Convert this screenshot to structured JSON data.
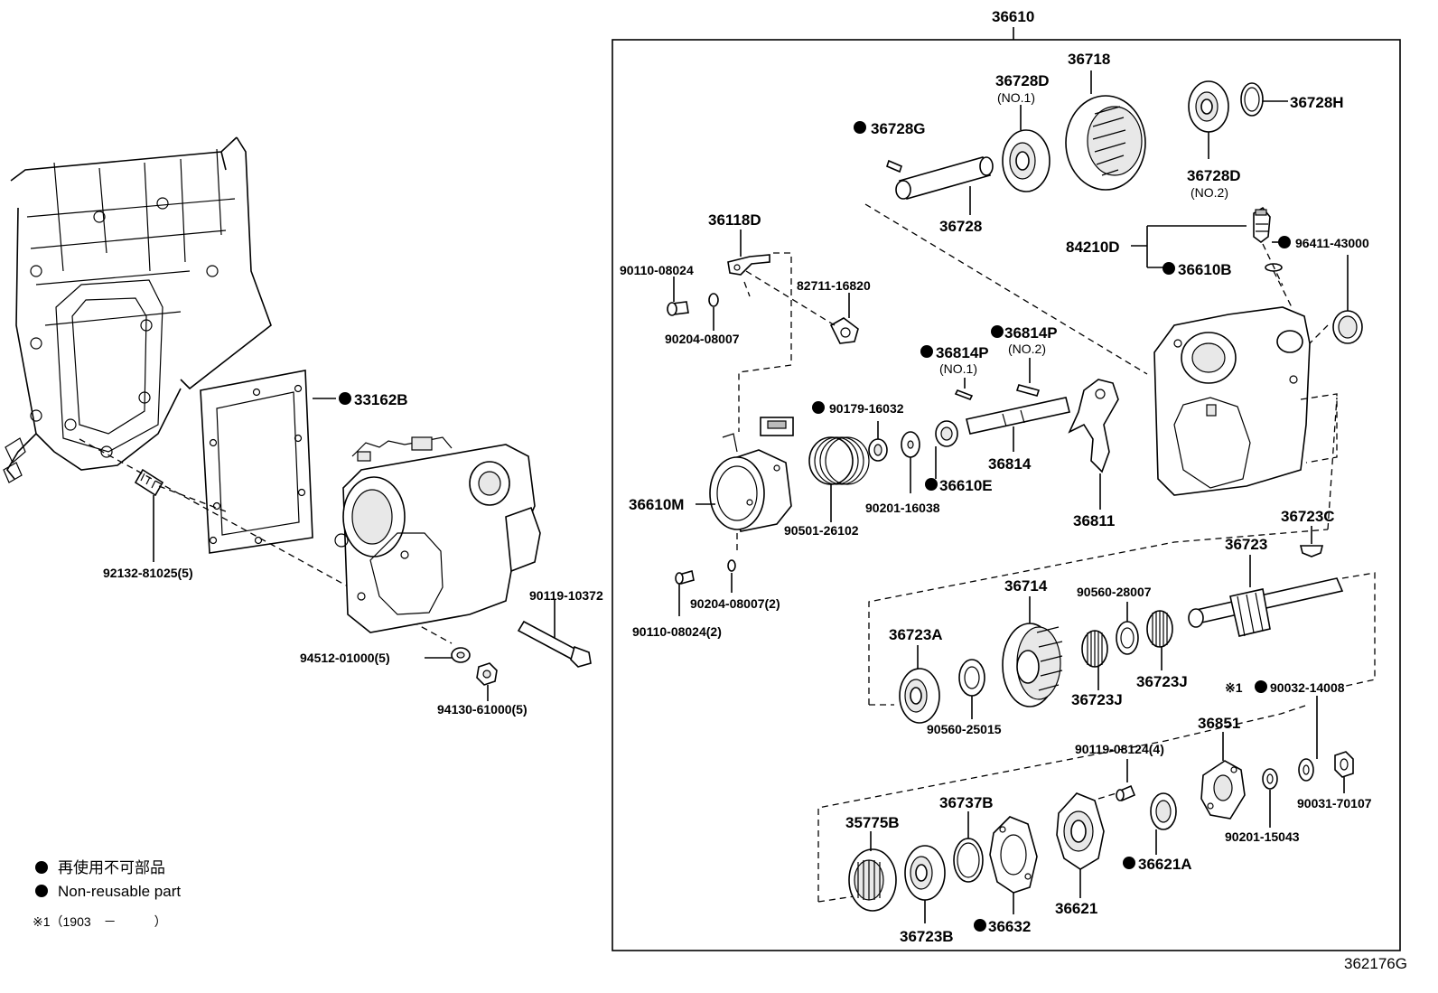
{
  "assembly": {
    "number": "36610"
  },
  "labels": {
    "p36718": "36718",
    "p36728D1": "36728D",
    "p36728D1_sub": "(NO.1)",
    "p36728G": "36728G",
    "p36728": "36728",
    "p36728H": "36728H",
    "p36728D2": "36728D",
    "p36728D2_sub": "(NO.2)",
    "p84210D": "84210D",
    "p96411": "96411-43000",
    "p36610B": "36610B",
    "p36118D": "36118D",
    "p90110_08024": "90110-08024",
    "p82711": "82711-16820",
    "p90204_08007": "90204-08007",
    "p36814P2": "36814P",
    "p36814P2_sub": "(NO.2)",
    "p36814P1": "36814P",
    "p36814P1_sub": "(NO.1)",
    "p90179": "90179-16032",
    "p33162B": "33162B",
    "p36814": "36814",
    "p36610E": "36610E",
    "p36610M": "36610M",
    "p90201_16038": "90201-16038",
    "p36811": "36811",
    "p90501": "90501-26102",
    "p36723C": "36723C",
    "p92132": "92132-81025(5)",
    "p36723": "36723",
    "p36714": "36714",
    "p90560_28007": "90560-28007",
    "p90119_10372": "90119-10372",
    "p90204_08007_2": "90204-08007(2)",
    "p36723A": "36723A",
    "p90110_08024_2": "90110-08024(2)",
    "p94512": "94512-01000(5)",
    "p36723J_a": "36723J",
    "p36723J_b": "36723J",
    "p90032": "90032-14008",
    "p90032_prefix": "※1",
    "p94130": "94130-61000(5)",
    "p90560_25015": "90560-25015",
    "p36851": "36851",
    "p90119_08124": "90119-08124(4)",
    "p36737B": "36737B",
    "p35775B": "35775B",
    "p90031": "90031-70107",
    "p90201_15043": "90201-15043",
    "p36621A": "36621A",
    "p36621": "36621",
    "p36723B": "36723B",
    "p36632": "36632"
  },
  "legend": {
    "line1": "再使用不可部品",
    "line2": "Non-reusable part",
    "note": "※1（1903　－　　　）"
  },
  "figure_id": "362176G"
}
